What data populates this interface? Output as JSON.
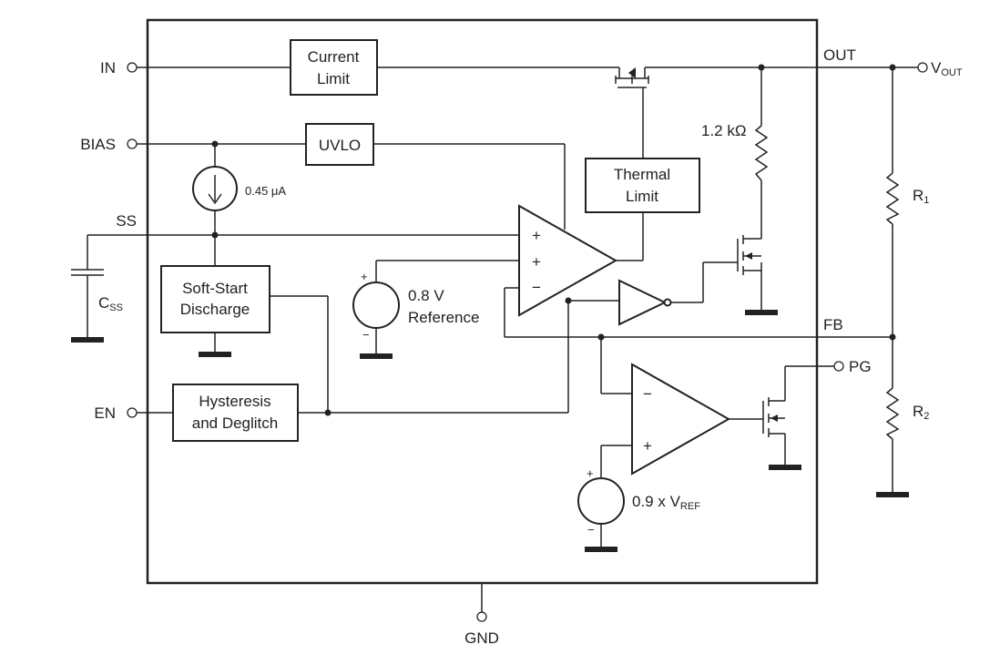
{
  "pins": {
    "in": "IN",
    "bias": "BIAS",
    "ss": "SS",
    "en": "EN",
    "gnd": "GND",
    "out": "OUT",
    "fb": "FB",
    "pg": "PG"
  },
  "external": {
    "vout_main": "V",
    "vout_sub": "OUT",
    "css_main": "C",
    "css_sub": "SS",
    "r1_main": "R",
    "r1_sub": "1",
    "r2_main": "R",
    "r2_sub": "2"
  },
  "blocks": {
    "current_limit_l1": "Current",
    "current_limit_l2": "Limit",
    "uvlo": "UVLO",
    "thermal_limit_l1": "Thermal",
    "thermal_limit_l2": "Limit",
    "soft_start_l1": "Soft-Start",
    "soft_start_l2": "Discharge",
    "hysteresis_l1": "Hysteresis",
    "hysteresis_l2": "and Deglitch"
  },
  "components": {
    "current_source": "0.45 μA",
    "resistor": "1.2 kΩ",
    "ref_l1": "0.8 V",
    "ref_l2": "Reference",
    "pg_ref_main": "0.9 x V",
    "pg_ref_sub": "REF"
  },
  "signs": {
    "plus": "+",
    "minus": "−"
  }
}
